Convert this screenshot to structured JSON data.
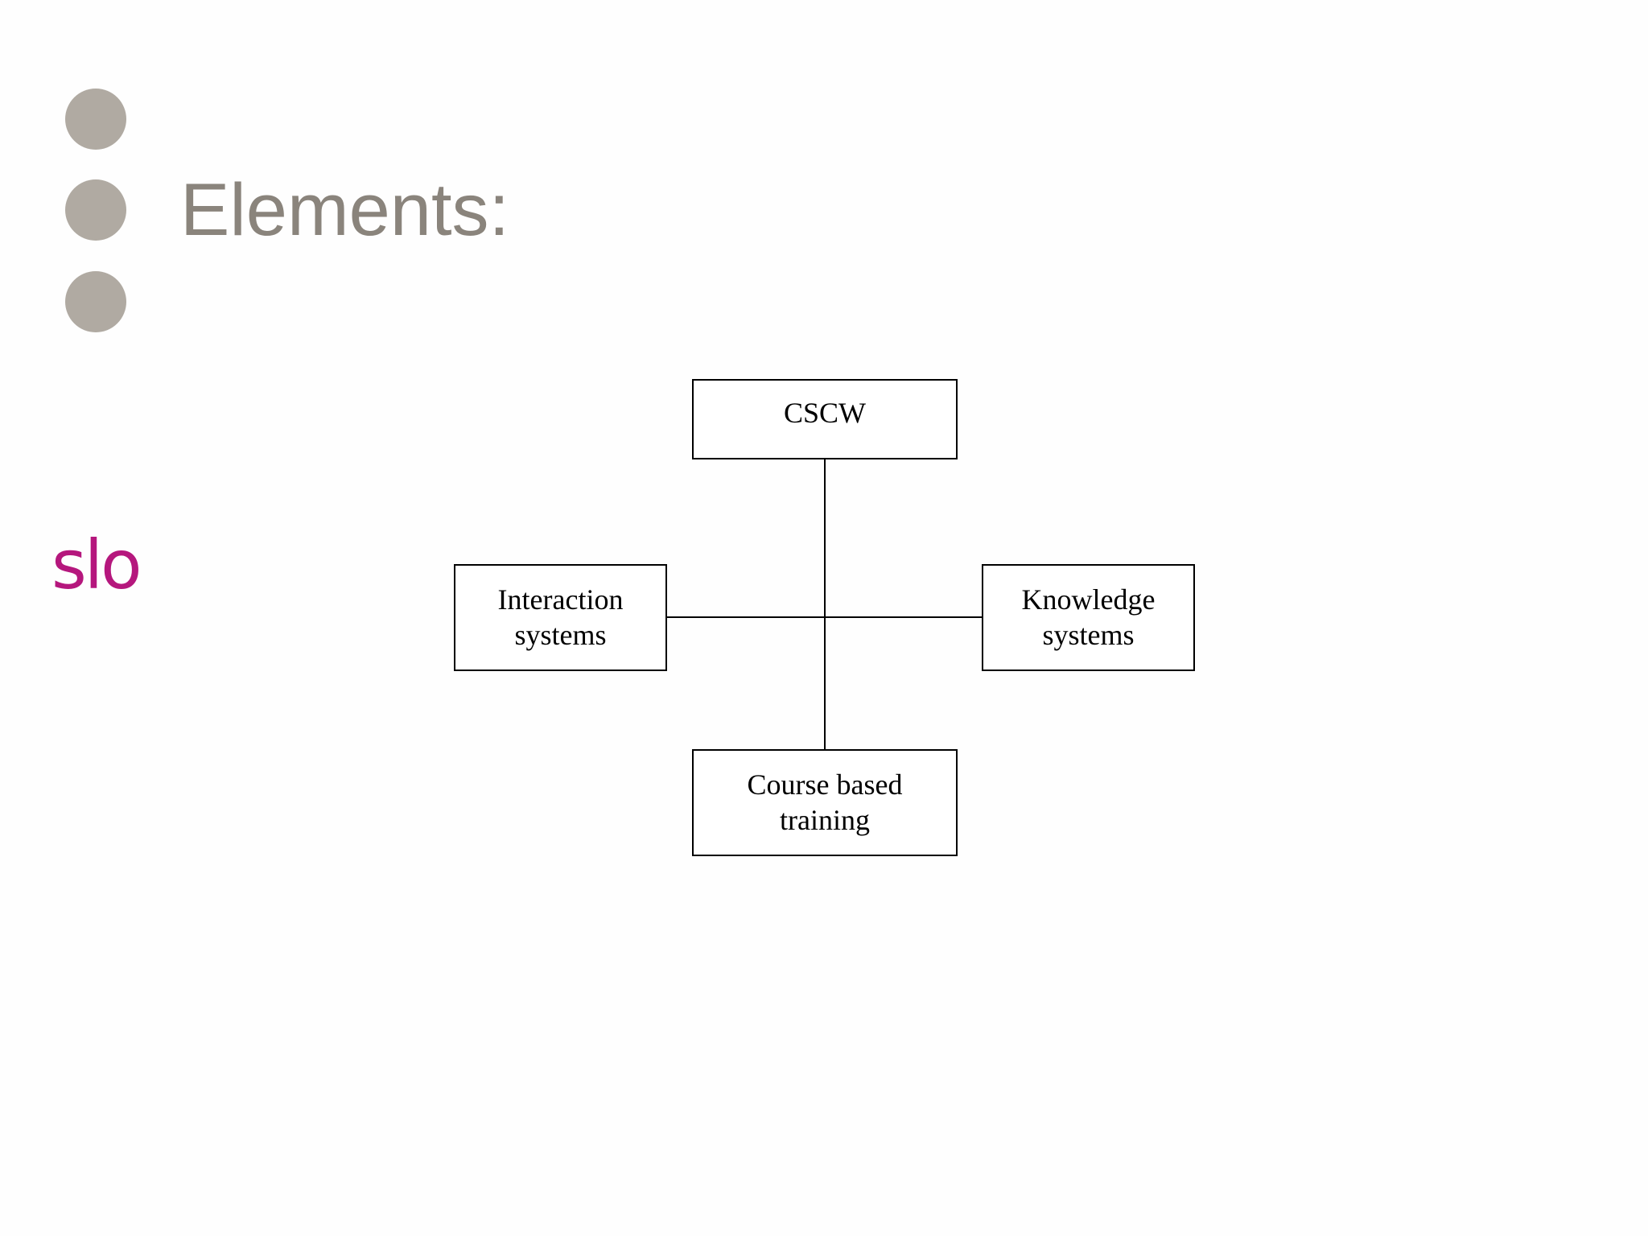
{
  "slide": {
    "title": "Elements:",
    "logo_text": "slo",
    "bullet_color": "#b0aaa2",
    "title_color": "#8a847c",
    "logo_color": "#b5177d"
  },
  "diagram": {
    "center_node": "connector",
    "nodes": {
      "top": {
        "line1": "CSCW",
        "line2": ""
      },
      "left": {
        "line1": "Interaction",
        "line2": "systems"
      },
      "right": {
        "line1": "Knowledge",
        "line2": "systems"
      },
      "bottom": {
        "line1": "Course based",
        "line2": "training"
      }
    },
    "edges": [
      {
        "from": "top",
        "to": "bottom"
      },
      {
        "from": "left",
        "to": "right"
      }
    ]
  }
}
